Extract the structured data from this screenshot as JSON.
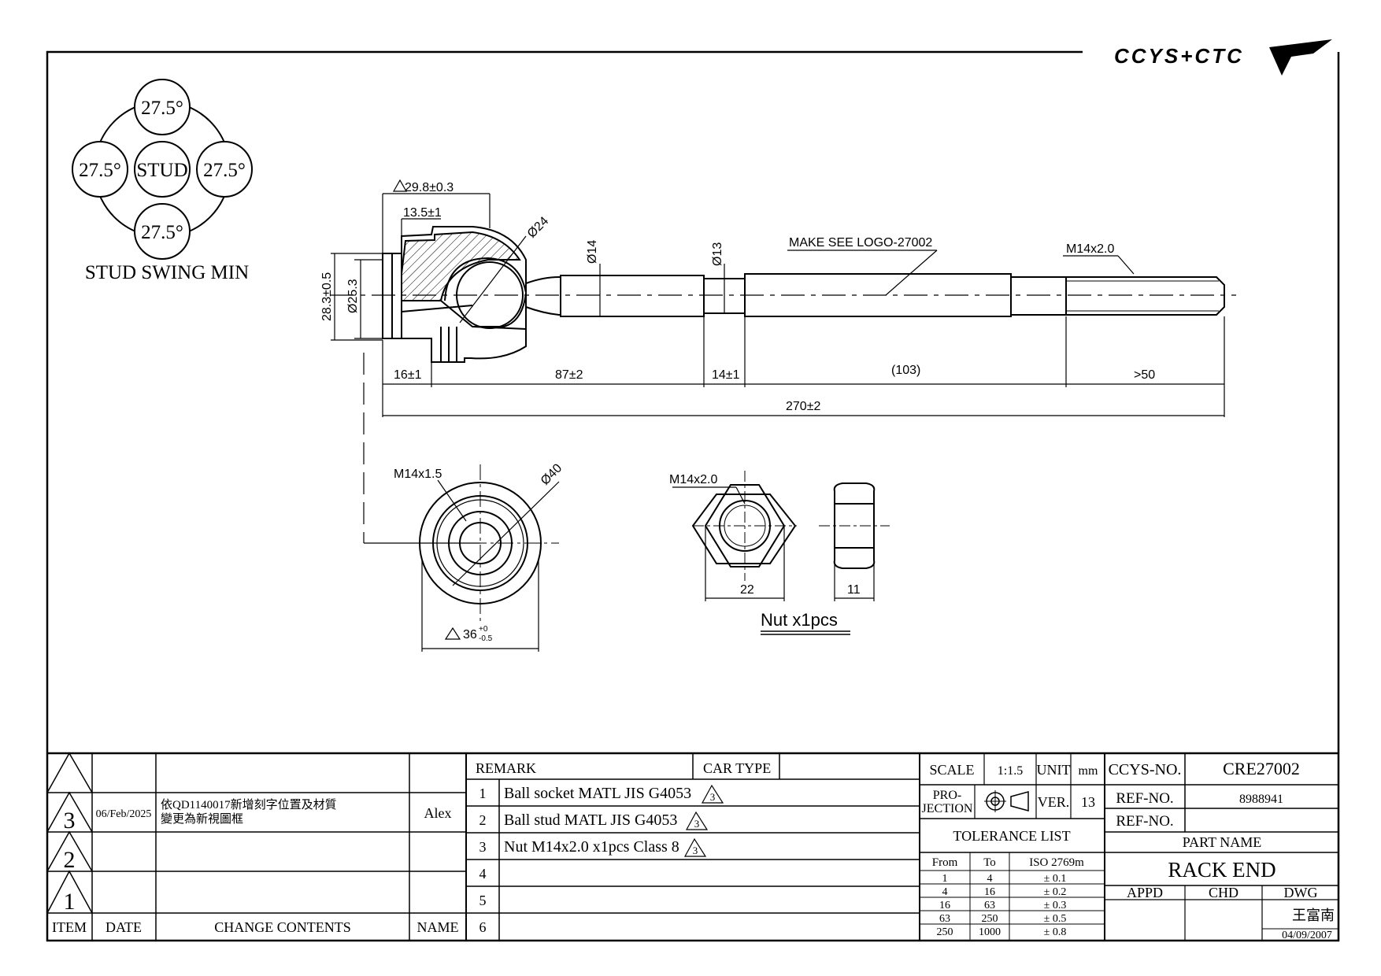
{
  "logo": {
    "text": "CCYS+CTC"
  },
  "stud_swing": {
    "top": "27.5°",
    "left": "27.5°",
    "center": "STUD",
    "right": "27.5°",
    "bottom": "27.5°",
    "caption": "STUD SWING MIN"
  },
  "dimensions": {
    "socket_width": "29.8±0.3",
    "socket_inner": "13.5±1",
    "ball_dia": "Ø24",
    "shaft_dia": "Ø14",
    "neck_dia": "Ø13",
    "logo_note": "MAKE SEE LOGO-27002",
    "thread": "M14x2.0",
    "socket_height": "28.3±0.5",
    "socket_dia": "Ø25.3",
    "seg1": "16±1",
    "seg2": "87±2",
    "seg3": "14±1",
    "seg4": "(103)",
    "seg5": ">50",
    "overall": "270±2"
  },
  "end_view": {
    "thread": "M14x1.5",
    "outer_dia": "Ø40",
    "across_flats": "36",
    "tol_upper": "+0",
    "tol_lower": "-0.5"
  },
  "nut_view": {
    "thread": "M14x2.0",
    "width": "22",
    "thickness": "11",
    "caption": "Nut x1pcs"
  },
  "revisions": {
    "rows": [
      {
        "item": "",
        "date": "",
        "change": "",
        "name": ""
      },
      {
        "item": "3",
        "date": "06/Feb/2025",
        "change_line1": "依QD1140017新增刻字位置及材質",
        "change_line2": "變更為新視圖框",
        "name": "Alex"
      },
      {
        "item": "2",
        "date": "",
        "change": "",
        "name": ""
      },
      {
        "item": "1",
        "date": "",
        "change": "",
        "name": ""
      }
    ],
    "headers": {
      "item": "ITEM",
      "date": "DATE",
      "change": "CHANGE CONTENTS",
      "name": "NAME"
    }
  },
  "remarks": {
    "header": "REMARK",
    "car_type": "CAR TYPE",
    "rows": [
      {
        "no": "1",
        "text": "Ball socket MATL JIS G4053",
        "rev": "3"
      },
      {
        "no": "2",
        "text": "Ball stud MATL JIS G4053",
        "rev": "3"
      },
      {
        "no": "3",
        "text": "Nut M14x2.0 x1pcs Class 8",
        "rev": "3"
      },
      {
        "no": "4",
        "text": "",
        "rev": ""
      },
      {
        "no": "5",
        "text": "",
        "rev": ""
      },
      {
        "no": "6",
        "text": "",
        "rev": ""
      }
    ]
  },
  "info": {
    "scale_label": "SCALE",
    "scale": "1:1.5",
    "unit_label": "UNIT",
    "unit": "mm",
    "projection_label_1": "PRO-",
    "projection_label_2": "JECTION",
    "ver_label": "VER.",
    "ver": "13",
    "tolerance_title": "TOLERANCE LIST",
    "tol_headers": [
      "From",
      "To",
      "ISO 2769m"
    ],
    "tol_rows": [
      [
        "1",
        "4",
        "± 0.1"
      ],
      [
        "4",
        "16",
        "± 0.2"
      ],
      [
        "16",
        "63",
        "± 0.3"
      ],
      [
        "63",
        "250",
        "± 0.5"
      ],
      [
        "250",
        "1000",
        "± 0.8"
      ]
    ]
  },
  "title_block": {
    "ccys_label": "CCYS-NO.",
    "ccys_no": "CRE27002",
    "ref_label_1": "REF-NO.",
    "ref_no_1": "8988941",
    "ref_label_2": "REF-NO.",
    "ref_no_2": "",
    "part_name_label": "PART NAME",
    "part_name": "RACK END",
    "appd": "APPD",
    "chd": "CHD",
    "dwg": "DWG",
    "drawer": "王富南",
    "date": "04/09/2007"
  }
}
